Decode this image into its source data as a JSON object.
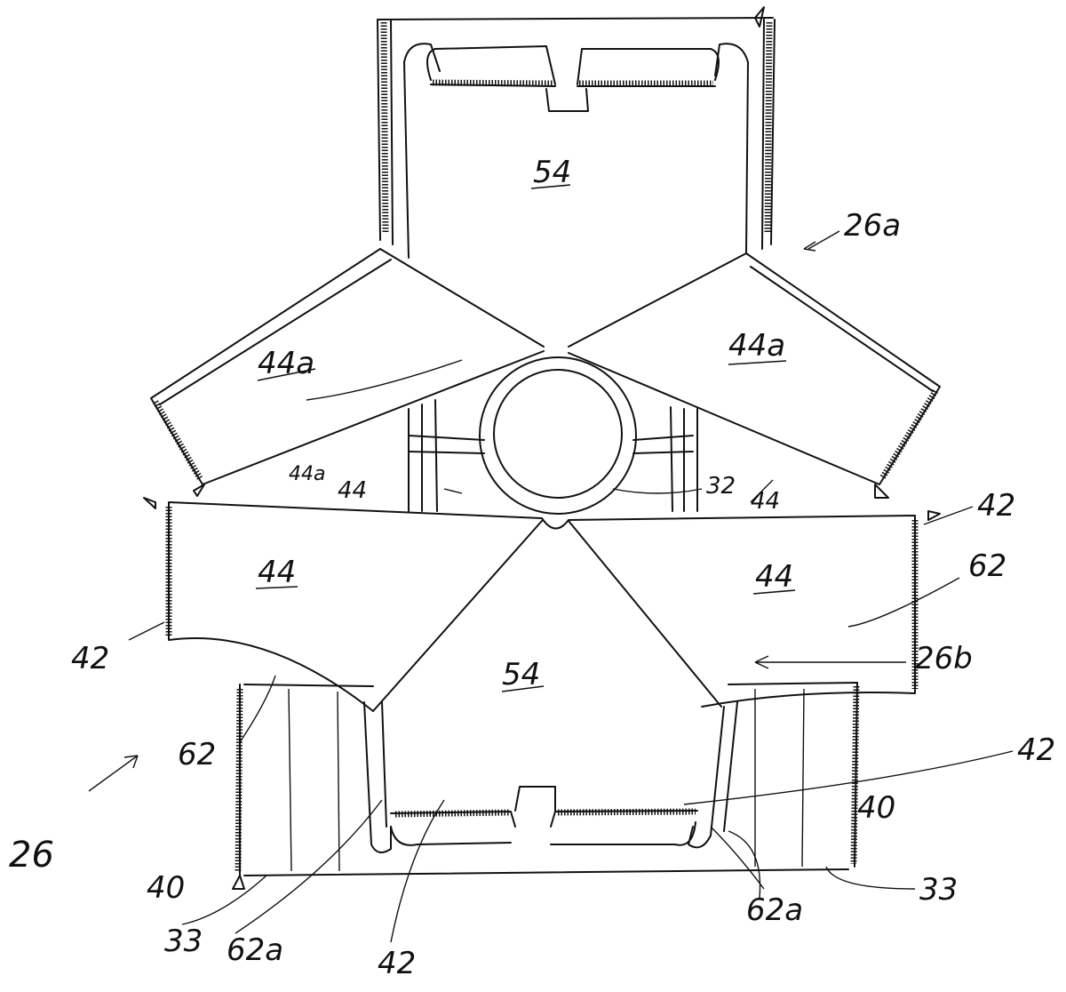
{
  "figure": {
    "labels": {
      "top_panel": "54",
      "bottom_panel": "54",
      "upper_assembly": "26a",
      "lower_assembly": "26b",
      "assembly": "26",
      "wing_left": "44a",
      "wing_right": "44a",
      "wing_inner": "44a",
      "strap_left": "44",
      "strap_right": "44",
      "arm_left": "44",
      "arm_right": "44",
      "ring": "32",
      "hem_left": "42",
      "hem_right": "42",
      "hem_bottom_right": "42",
      "hem_bottom": "42",
      "edge_left": "62",
      "edge_right": "62",
      "fold_left": "62a",
      "fold_right": "62a",
      "side_left": "40",
      "side_right": "40",
      "flap_left": "33",
      "flap_right": "33"
    }
  }
}
